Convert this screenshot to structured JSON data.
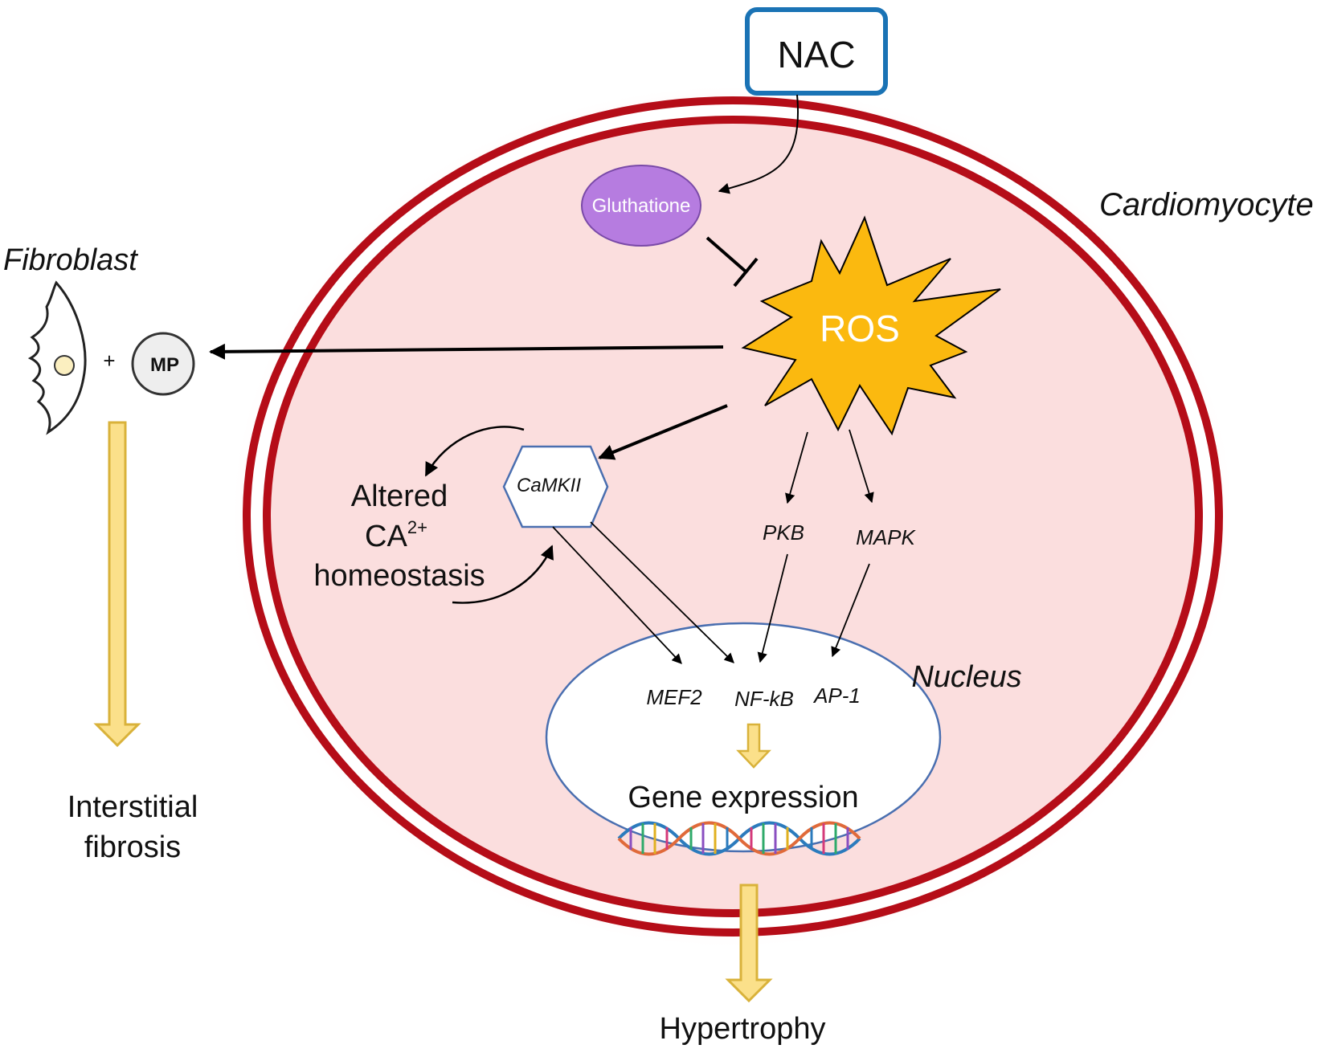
{
  "nac": {
    "label": "NAC"
  },
  "glutathione": {
    "label": "Gluthatione"
  },
  "ros": {
    "label": "ROS"
  },
  "cardiomyocyte": {
    "label": "Cardiomyocyte"
  },
  "fibroblast": {
    "label": "Fibroblast",
    "plus": "+",
    "mp_label": "MP"
  },
  "camkii": {
    "label": "CaMKII"
  },
  "calcium": {
    "line1": "Altered",
    "line2_base": "CA",
    "line2_sup": "2+",
    "line3": "homeostasis"
  },
  "pkb": {
    "label": "PKB"
  },
  "mapk": {
    "label": "MAPK"
  },
  "nucleus": {
    "label": "Nucleus",
    "mef2": "MEF2",
    "nfkb": "NF-kB",
    "ap1": "AP-1",
    "gene_expression": "Gene expression"
  },
  "interstitial_fibrosis": {
    "line1": "Interstitial",
    "line2": "fibrosis"
  },
  "hypertrophy": {
    "label": "Hypertrophy"
  },
  "colors": {
    "membrane_red": "#b50d18",
    "cell_fill": "#fbdede",
    "nac_border": "#1a73b5",
    "glutathione_fill": "#b67ce0",
    "ros_fill": "#fbb90f",
    "nucleus_border": "#4a6fb0",
    "yellow_arrow_fill": "#fbe08a",
    "yellow_arrow_stroke": "#d9b23a",
    "camkii_border": "#4a6fb0"
  }
}
